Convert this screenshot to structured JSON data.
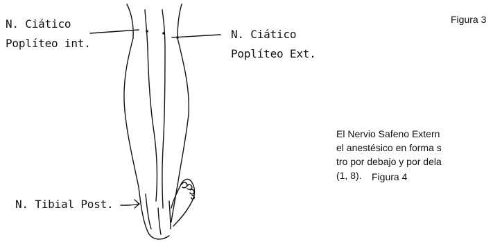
{
  "labels": {
    "left_top_1": "N. Ciático",
    "left_top_2": "Poplíteo int.",
    "right_top_1": "N. Ciático",
    "right_top_2": "Poplíteo Ext.",
    "bottom_left": "N. Tibial Post."
  },
  "figure_captions": {
    "fig3": "Figura 3",
    "fig4": "Figura 4"
  },
  "body_text": {
    "line1": "El Nervio Safeno Extern",
    "line2": "el anestésico en forma s",
    "line3": "tro por debajo y por dela",
    "line4": "(1, 8)."
  }
}
